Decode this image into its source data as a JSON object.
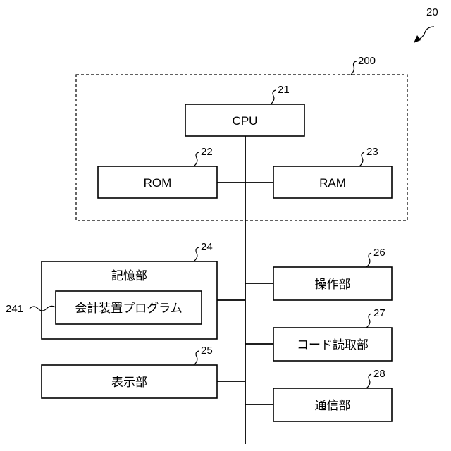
{
  "figure": {
    "ref": "20",
    "enclosure_ref": "200",
    "cpu": {
      "label": "CPU",
      "ref": "21"
    },
    "rom": {
      "label": "ROM",
      "ref": "22"
    },
    "ram": {
      "label": "RAM",
      "ref": "23"
    },
    "storage": {
      "label": "記憶部",
      "ref": "24",
      "program": {
        "label": "会計装置プログラム",
        "ref": "241"
      }
    },
    "display": {
      "label": "表示部",
      "ref": "25"
    },
    "operation": {
      "label": "操作部",
      "ref": "26"
    },
    "code_reader": {
      "label": "コード読取部",
      "ref": "27"
    },
    "communication": {
      "label": "通信部",
      "ref": "28"
    }
  }
}
